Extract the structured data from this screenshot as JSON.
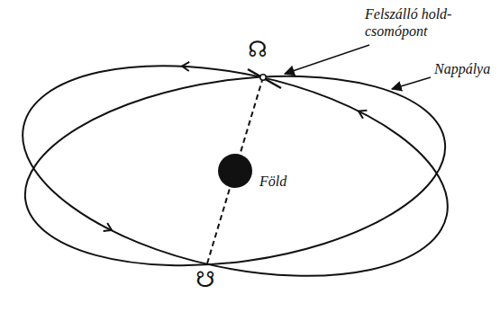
{
  "diagram": {
    "labels": [
      "Felszálló hold- csomópont",
      "Nappálya",
      "Föld",
      "☊",
      "☋"
    ]
  }
}
